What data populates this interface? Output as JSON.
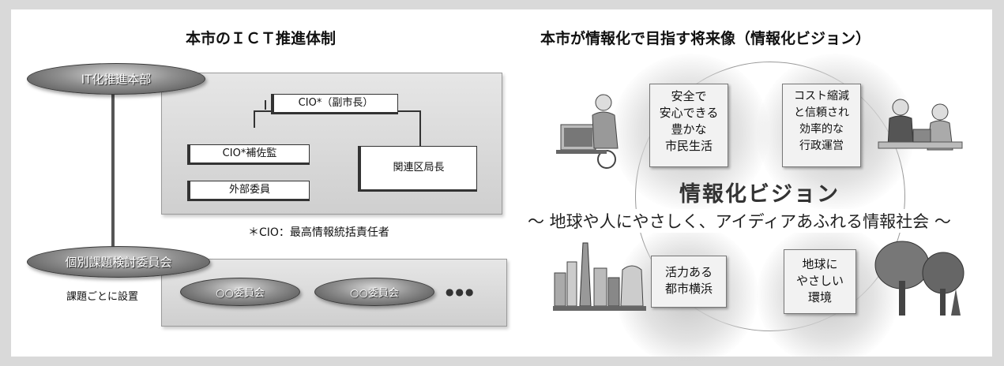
{
  "left": {
    "title": "本市のＩＣＴ推進体制",
    "hq_label": "IT化推進本部",
    "cio_label": "CIO*（副市長）",
    "cio_assistant_label": "CIO*補佐監",
    "external_label": "外部委員",
    "ward_label": "関連区局長",
    "note": "＊CIO：最高情報統括責任者",
    "committee_label": "個別課題検討委員会",
    "setup_label": "課題ごとに設置",
    "sub_committees": [
      "○○委員会",
      "○○委員会"
    ],
    "ellipsis": "●●●"
  },
  "right": {
    "title": "本市が情報化で目指す将来像（情報化ビジョン）",
    "vision_title": "情報化ビジョン",
    "tagline": "～ 地球や人にやさしく、アイディアあふれる情報社会 ～",
    "goals": [
      {
        "lines": [
          "安全で",
          "安心できる",
          "豊かな",
          "市民生活"
        ]
      },
      {
        "lines": [
          "コスト縮減",
          "と信頼され",
          "効率的な",
          "行政運営"
        ]
      },
      {
        "lines": [
          "活力ある",
          "都市横浜"
        ]
      },
      {
        "lines": [
          "地球に",
          "やさしい",
          "環境"
        ]
      }
    ],
    "illustrations": [
      "citizen-with-pc-illustration",
      "office-meeting-illustration",
      "city-skyline-illustration",
      "trees-illustration"
    ]
  }
}
